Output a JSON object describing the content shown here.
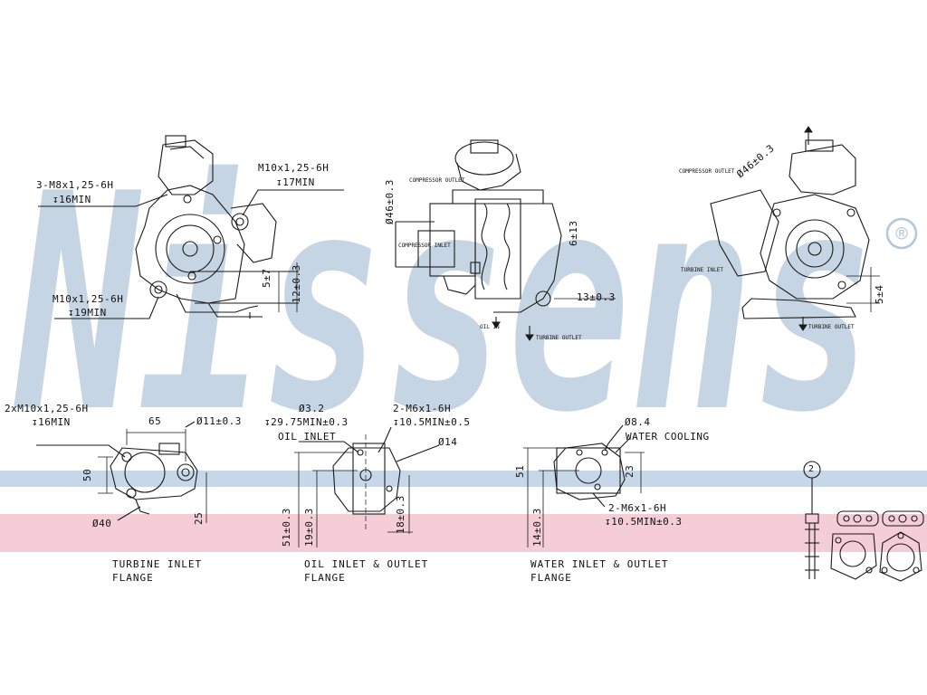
{
  "watermark": {
    "text": "Nissens",
    "mark": "®",
    "color": "#a9bfd6"
  },
  "bands": {
    "blue": "#b8cde0",
    "pink": "#f2c4cf"
  },
  "top_left_view": {
    "callout_1": "3-M8x1,25-6H",
    "callout_1_depth": "↧16MIN",
    "callout_2": "M10x1,25-6H",
    "callout_2_depth": "↧17MIN",
    "callout_3": "M10x1,25-6H",
    "callout_3_depth": "↧19MIN",
    "dim_a": "5±7",
    "dim_b": "12±0.3"
  },
  "top_center_view": {
    "dim_dia": "Ø46±0.3",
    "dim_right": "13±0.3",
    "dim_vert": "6±13",
    "small_1": "COMPRESSOR OUTLET",
    "small_2": "COMPRESSOR INLET",
    "small_3": "OIL IN",
    "small_4": "TURBINE OUTLET"
  },
  "top_right_view": {
    "dim_dia": "Ø46±0.3",
    "dim_side": "5±4",
    "small_1": "COMPRESSOR OUTLET",
    "small_2": "TURBINE INLET",
    "small_3": "TURBINE OUTLET"
  },
  "turbine_flange": {
    "callout": "2xM10x1,25-6H",
    "callout_depth": "↧16MIN",
    "dim_65": "65",
    "dim_hole": "Ø11±0.3",
    "dim_50": "50",
    "dim_40": "Ø40",
    "dim_25": "25",
    "caption_1": "TURBINE INLET",
    "caption_2": "FLANGE"
  },
  "oil_flange": {
    "callout_a": "Ø3.2",
    "callout_a_depth": "↧29.75MIN±0.3",
    "callout_b": "2-M6x1-6H",
    "callout_b_depth": "↧10.5MIN±0.5",
    "label": "OIL INLET",
    "dim_14": "Ø14",
    "dim_51": "51±0.3",
    "dim_19": "19±0.3",
    "dim_18": "18±0.3",
    "caption_1": "OIL INLET & OUTLET",
    "caption_2": "FLANGE"
  },
  "water_flange": {
    "dim_hole": "Ø8.4",
    "label": "WATER COOLING",
    "dim_51": "51",
    "dim_23": "23",
    "callout": "2-M6x1-6H",
    "callout_depth": "↧10.5MIN±0.3",
    "dim_14": "14±0.3",
    "caption_1": "WATER INLET & OUTLET",
    "caption_2": "FLANGE"
  },
  "kit": {
    "item_number": "2"
  }
}
